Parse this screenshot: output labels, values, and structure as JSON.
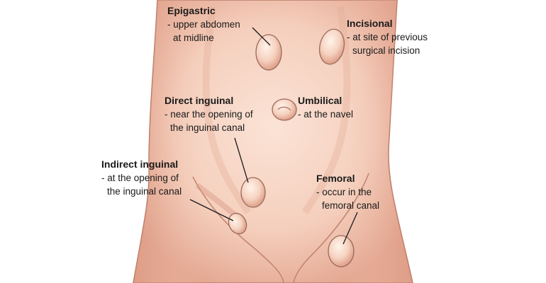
{
  "labels": {
    "epigastric": {
      "title": "Epigastric",
      "lines": [
        "- upper abdomen",
        "at midline"
      ]
    },
    "incisional": {
      "title": "Incisional",
      "lines": [
        "- at site of previous",
        "surgical incision"
      ]
    },
    "direct_inguinal": {
      "title": "Direct inguinal",
      "lines": [
        "- near the opening of",
        "the inguinal canal"
      ]
    },
    "umbilical": {
      "title": "Umbilical",
      "lines": [
        "- at the navel"
      ]
    },
    "indirect_inguinal": {
      "title": "Indirect inguinal",
      "lines": [
        "- at the opening of",
        "the inguinal canal"
      ]
    },
    "femoral": {
      "title": "Femoral",
      "lines": [
        "- occur in the",
        "femoral canal"
      ]
    }
  },
  "colors": {
    "skin_light": "#fbe7dc",
    "skin_mid": "#f0c4b0",
    "skin_dark": "#dc9c86",
    "outline": "#9a6a5c",
    "leader": "#1a1a1a",
    "text": "#1a1a1a"
  }
}
